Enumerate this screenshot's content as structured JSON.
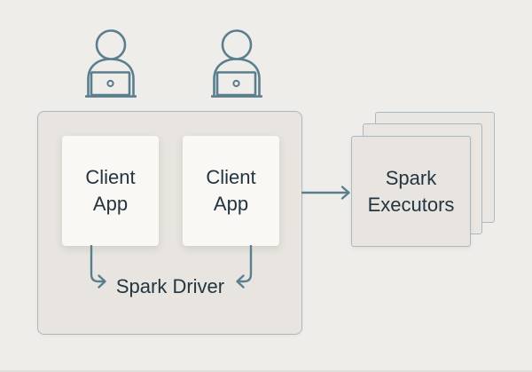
{
  "diagram": {
    "users": [
      {
        "icon": "user-at-laptop-icon"
      },
      {
        "icon": "user-at-laptop-icon"
      }
    ],
    "driver": {
      "label": "Spark Driver"
    },
    "client_apps": [
      {
        "label": "Client App"
      },
      {
        "label": "Client App"
      }
    ],
    "executors": {
      "label": "Spark Executors",
      "stack_count": 3
    },
    "connections": [
      {
        "from": "client-app-1",
        "to": "spark-driver-label",
        "type": "elbow-arrow-down-right"
      },
      {
        "from": "client-app-2",
        "to": "spark-driver-label",
        "type": "elbow-arrow-down-left"
      },
      {
        "from": "spark-driver-container",
        "to": "spark-executors",
        "type": "straight-arrow-right"
      }
    ],
    "colors": {
      "background": "#efede9",
      "container_fill": "#e8e5e0",
      "container_border": "#a9b8c1",
      "card_fill": "#f9f8f4",
      "stroke": "#5b7e8e",
      "text": "#233540"
    }
  }
}
